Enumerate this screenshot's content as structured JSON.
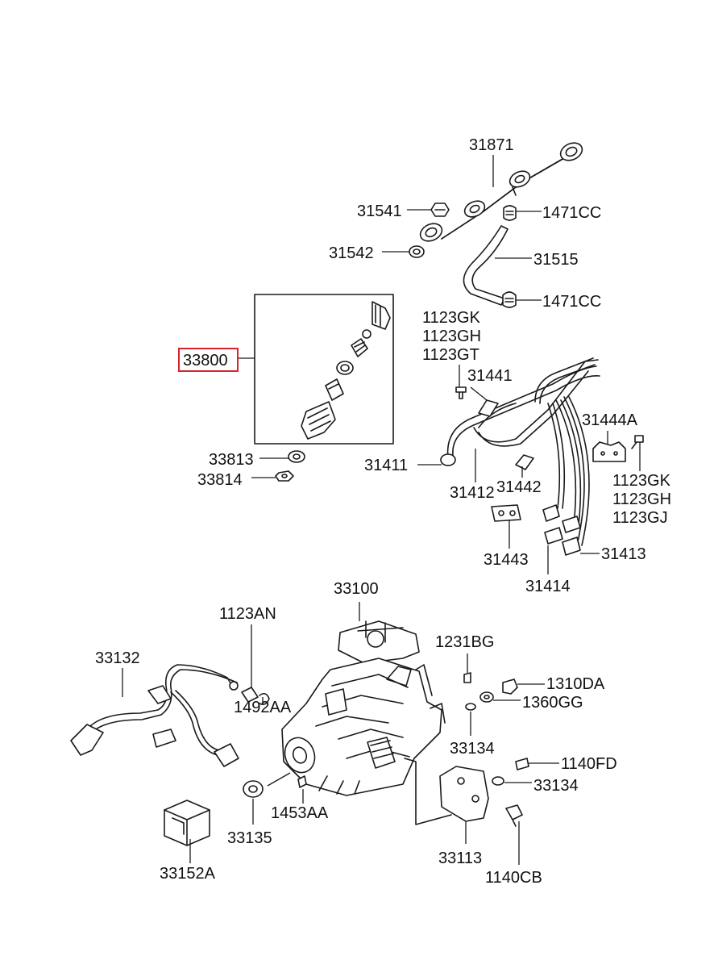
{
  "diagram": {
    "highlighted_part": "33800",
    "highlight_color": "#d8232a",
    "line_color": "#1a1a1a",
    "labels": {
      "p31871": "31871",
      "p31541": "31541",
      "p1471cc_a": "1471CC",
      "p31542": "31542",
      "p31515": "31515",
      "p1471cc_b": "1471CC",
      "p33800": "33800",
      "p33813": "33813",
      "p33814": "33814",
      "p1123gk_a": "1123GK",
      "p1123gh_a": "1123GH",
      "p1123gt": "1123GT",
      "p31441": "31441",
      "p31444a": "31444A",
      "p31411": "31411",
      "p31412": "31412",
      "p31442": "31442",
      "p1123gk_b": "1123GK",
      "p1123gh_b": "1123GH",
      "p1123gj": "1123GJ",
      "p31443": "31443",
      "p31413": "31413",
      "p31414": "31414",
      "p33100": "33100",
      "p1123an": "1123AN",
      "p33132": "33132",
      "p1231bg": "1231BG",
      "p1310da": "1310DA",
      "p1360gg": "1360GG",
      "p1492aa": "1492AA",
      "p33134_a": "33134",
      "p1140fd": "1140FD",
      "p33134_b": "33134",
      "p1453aa": "1453AA",
      "p33135": "33135",
      "p33113": "33113",
      "p1140cb": "1140CB",
      "p33152a": "33152A"
    }
  }
}
